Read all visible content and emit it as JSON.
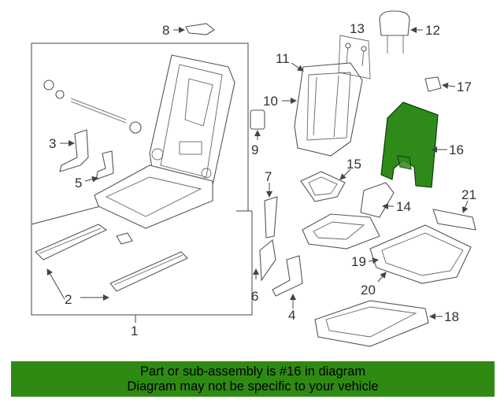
{
  "callouts": {
    "n1": "1",
    "n2": "2",
    "n3": "3",
    "n4": "4",
    "n5": "5",
    "n6": "6",
    "n7": "7",
    "n8": "8",
    "n9": "9",
    "n10": "10",
    "n11": "11",
    "n12": "12",
    "n13": "13",
    "n14": "14",
    "n15": "15",
    "n16": "16",
    "n17": "17",
    "n18": "18",
    "n19": "19",
    "n20": "20",
    "n21": "21"
  },
  "highlighted_part": "16",
  "colors": {
    "highlight": "#2e8b1a",
    "banner": "#2f8a13"
  },
  "banner": {
    "line1": "Part or sub-assembly is #16 in diagram",
    "line2": "Diagram may not be specific to your vehicle"
  }
}
